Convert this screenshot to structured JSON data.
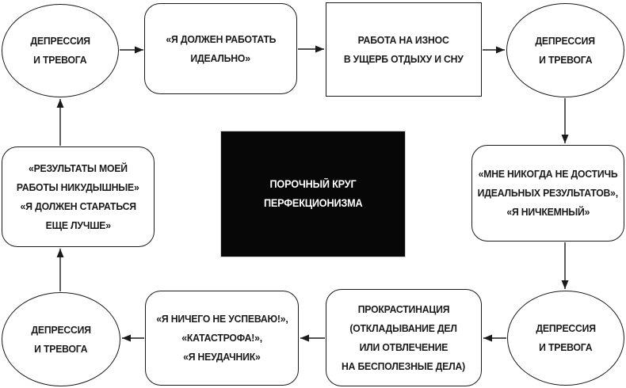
{
  "title": {
    "lines": [
      "ПОРОЧНЫЙ КРУГ",
      "ПЕРФЕКЦИОНИЗМА"
    ]
  },
  "nodes": {
    "depression_top_left": {
      "shape": "ellipse",
      "lines": [
        "ДЕПРЕССИЯ",
        "И ТРЕВОГА"
      ]
    },
    "must_work_ideally": {
      "shape": "rounded-rect",
      "lines": [
        "«Я ДОЛЖЕН РАБОТАТЬ",
        "ИДЕАЛЬНО»"
      ]
    },
    "work_to_exhaustion": {
      "shape": "rect",
      "lines": [
        "РАБОТА НА ИЗНОС",
        "В УЩЕРБ ОТДЫХУ И СНУ"
      ]
    },
    "depression_top_right": {
      "shape": "ellipse",
      "lines": [
        "ДЕПРЕССИЯ",
        "И ТРЕВОГА"
      ]
    },
    "never_achieve_ideal": {
      "shape": "rounded-rect",
      "lines": [
        "«МНЕ НИКОГДА НЕ ДОСТИЧЬ",
        "ИДЕАЛЬНЫХ РЕЗУЛЬТАТОВ»,",
        "«Я НИЧКЕМНЫЙ»"
      ]
    },
    "depression_bottom_right": {
      "shape": "ellipse",
      "lines": [
        "ДЕПРЕССИЯ",
        "И ТРЕВОГА"
      ]
    },
    "procrastination": {
      "shape": "rounded-rect",
      "lines": [
        "ПРОКРАСТИНАЦИЯ",
        "(ОТКЛАДЫВАНИЕ ДЕЛ",
        "ИЛИ ОТВЛЕЧЕНИЕ",
        "НА БЕСПОЛЕЗНЫЕ ДЕЛА)"
      ]
    },
    "catastrophizing": {
      "shape": "rounded-rect",
      "lines": [
        "«Я НИЧЕГО НЕ УСПЕВАЮ!»,",
        "«КАТАСТРОФА!»,",
        "«Я НЕУДАЧНИК»"
      ]
    },
    "depression_bottom_left": {
      "shape": "ellipse",
      "lines": [
        "ДЕПРЕССИЯ",
        "И ТРЕВОГА"
      ]
    },
    "results_worthless": {
      "shape": "rounded-rect",
      "lines": [
        "«РЕЗУЛЬТАТЫ МОЕЙ",
        "РАБОТЫ НИКУДЫШНЫЕ»",
        "«Я ДОЛЖЕН СТАРАТЬСЯ",
        "ЕЩЕ ЛУЧШЕ»"
      ]
    }
  },
  "colors": {
    "background": "#ffffff",
    "stroke": "#1a1a1a",
    "text": "#1a1a1a",
    "center_bg": "#070707",
    "center_text": "#ffffff"
  }
}
